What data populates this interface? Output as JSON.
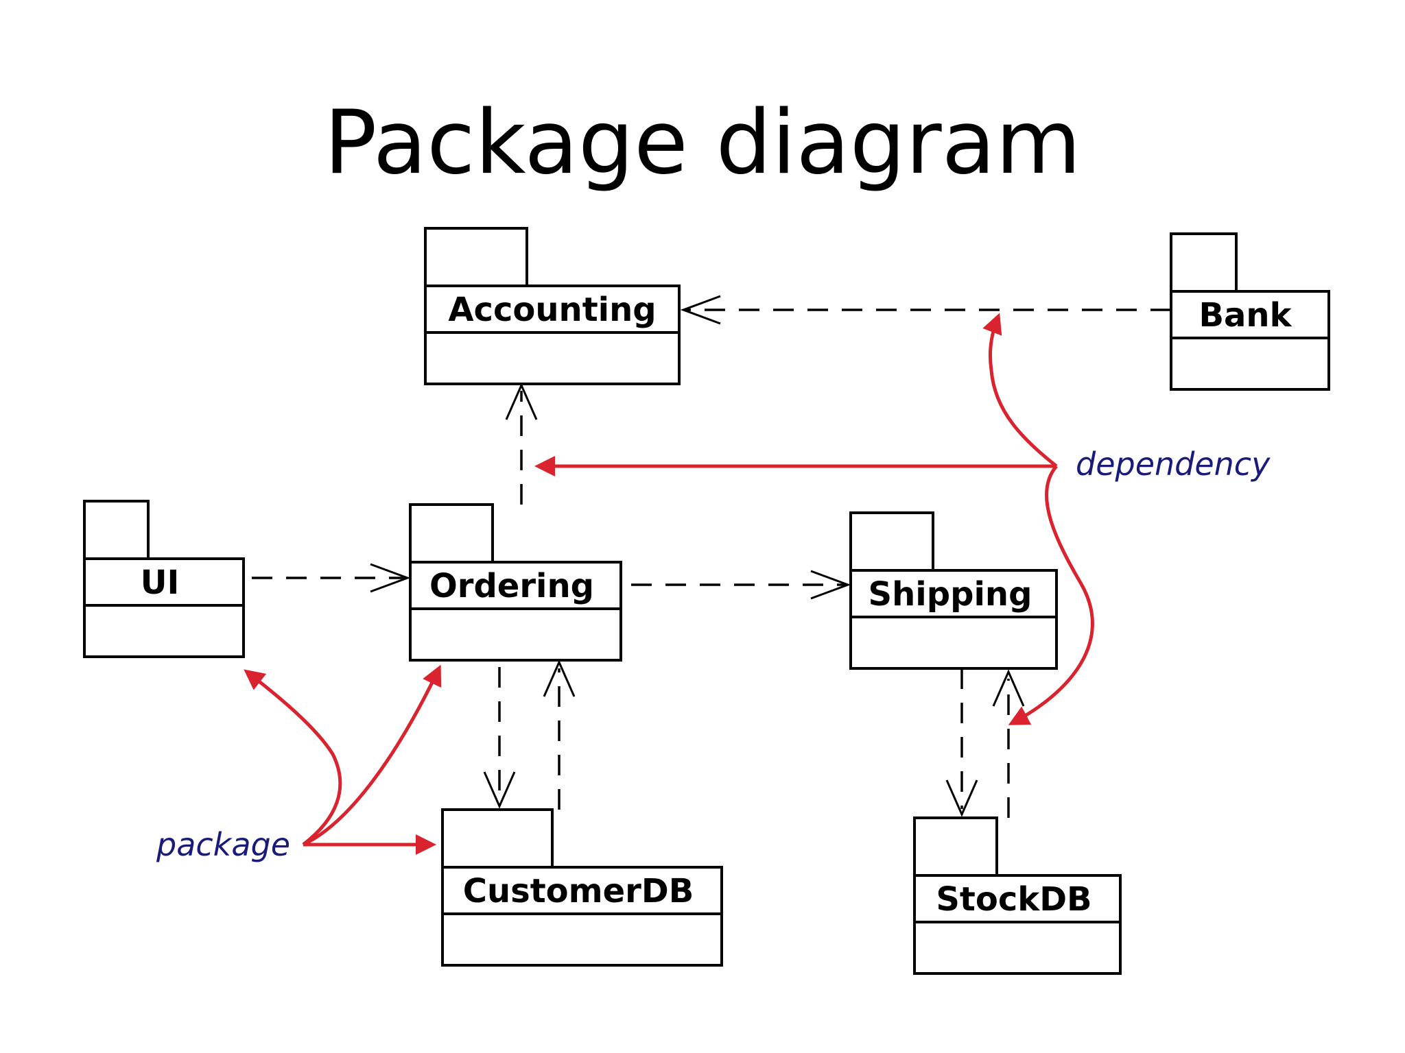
{
  "title": "Package diagram",
  "packages": {
    "accounting": "Accounting",
    "bank": "Bank",
    "ui": "UI",
    "ordering": "Ordering",
    "shipping": "Shipping",
    "customerdb": "CustomerDB",
    "stockdb": "StockDB"
  },
  "annotations": {
    "dependency": "dependency",
    "package": "package"
  },
  "colors": {
    "annotation_arrow": "#d9232e",
    "annotation_text": "#1a1a7a",
    "outline": "#000000"
  }
}
